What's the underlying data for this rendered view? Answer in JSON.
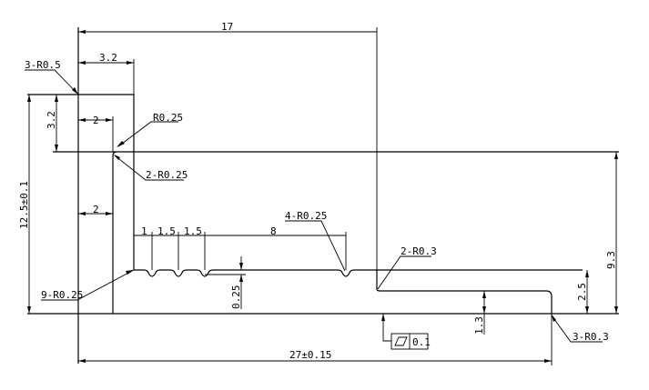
{
  "dimensions": {
    "overall_width_top": "17",
    "top_flange_width": "3.2",
    "top_flange_height": "3.2",
    "slot_width": "2",
    "wall_width": "2",
    "overall_height": "12.5±0.1",
    "groove_pitch_first": "1",
    "groove_pitch_second": "1.5",
    "groove_pitch_third": "1.5",
    "groove_span": "8",
    "groove_depth": "0.25",
    "step_height": "2.5",
    "lower_height": "9.3",
    "base_thickness": "1.3",
    "overall_length": "27±0.15"
  },
  "radius_callouts": {
    "outer_corners": "3-R0.5",
    "slot_radius": "R0.25",
    "slot_corners": "2-R0.25",
    "groove_radii": "9-R0.25",
    "end_groove_radii": "4-R0.25",
    "step_corners": "2-R0.3",
    "base_corners": "3-R0.3"
  },
  "tolerance_frame": {
    "symbol": "flatness-icon",
    "value": "0.1"
  }
}
